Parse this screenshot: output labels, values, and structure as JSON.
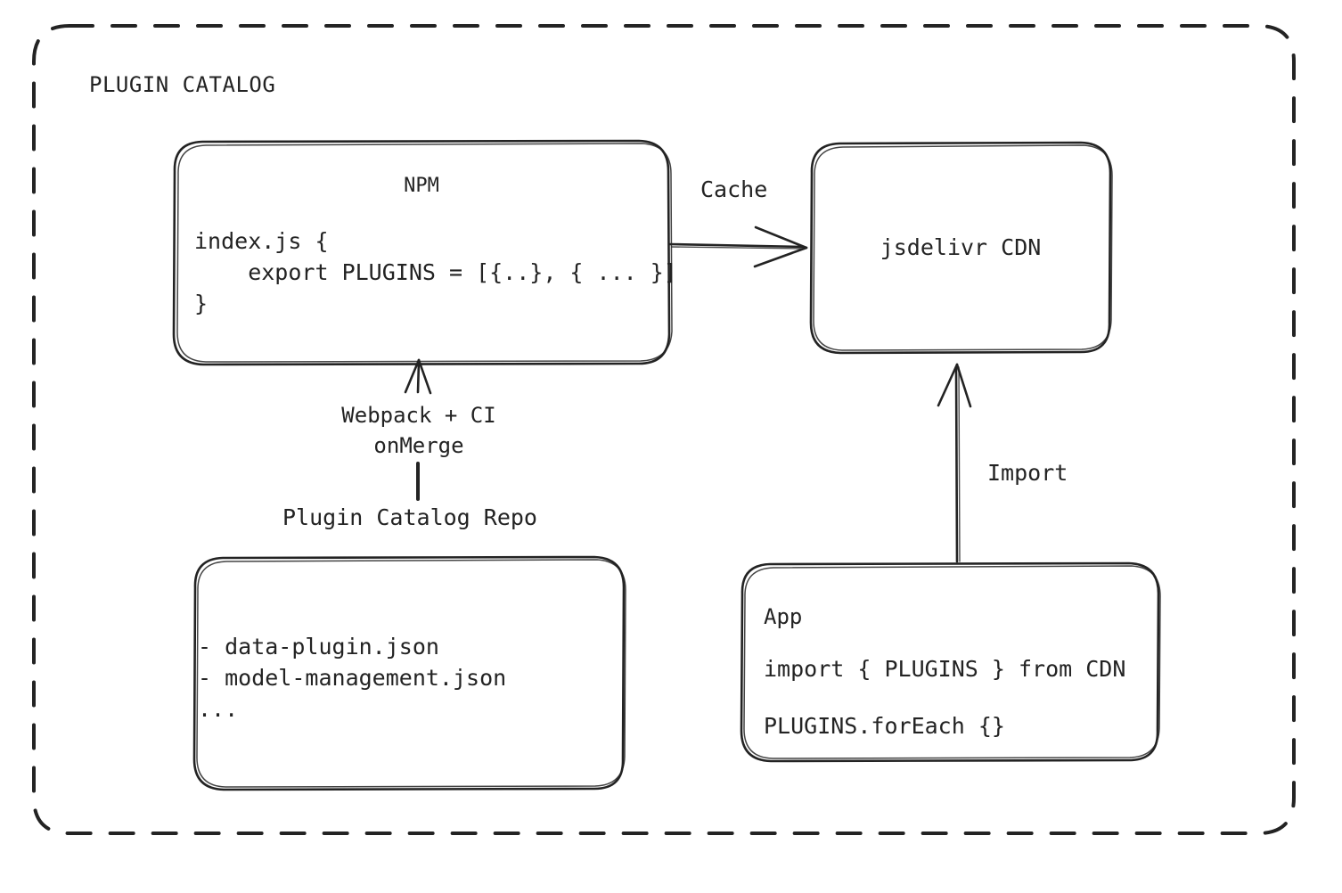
{
  "diagram": {
    "title": "PLUGIN CATALOG",
    "background_color": "#ffffff",
    "stroke_color": "#232323",
    "container": {
      "label": "PLUGIN CATALOG",
      "border_style": "dashed",
      "corner_radius": 40
    },
    "nodes": {
      "npm": {
        "title": "NPM",
        "code_lines": [
          "index.js {",
          "    export PLUGINS = [{..}, { ... }]",
          "}"
        ]
      },
      "cdn": {
        "title": "jsdelivr CDN"
      },
      "repo": {
        "caption": "Plugin Catalog Repo",
        "file_lines": [
          "- data-plugin.json",
          "- model-management.json",
          "..."
        ]
      },
      "app": {
        "title": "App",
        "code_lines": [
          "import { PLUGINS } from CDN",
          "PLUGINS.forEach {}"
        ]
      }
    },
    "edges": [
      {
        "id": "npm-to-cdn",
        "label": "Cache",
        "from": "npm",
        "to": "cdn",
        "direction": "right"
      },
      {
        "id": "repo-to-npm",
        "label": "Webpack + CI\nonMerge",
        "label_line_1": "Webpack + CI",
        "label_line_2": "onMerge",
        "from": "repo",
        "to": "npm",
        "direction": "up"
      },
      {
        "id": "app-to-cdn",
        "label": "Import",
        "from": "app",
        "to": "cdn",
        "direction": "up"
      }
    ],
    "edge_labels": {
      "cache": "Cache",
      "import": "Import"
    }
  }
}
